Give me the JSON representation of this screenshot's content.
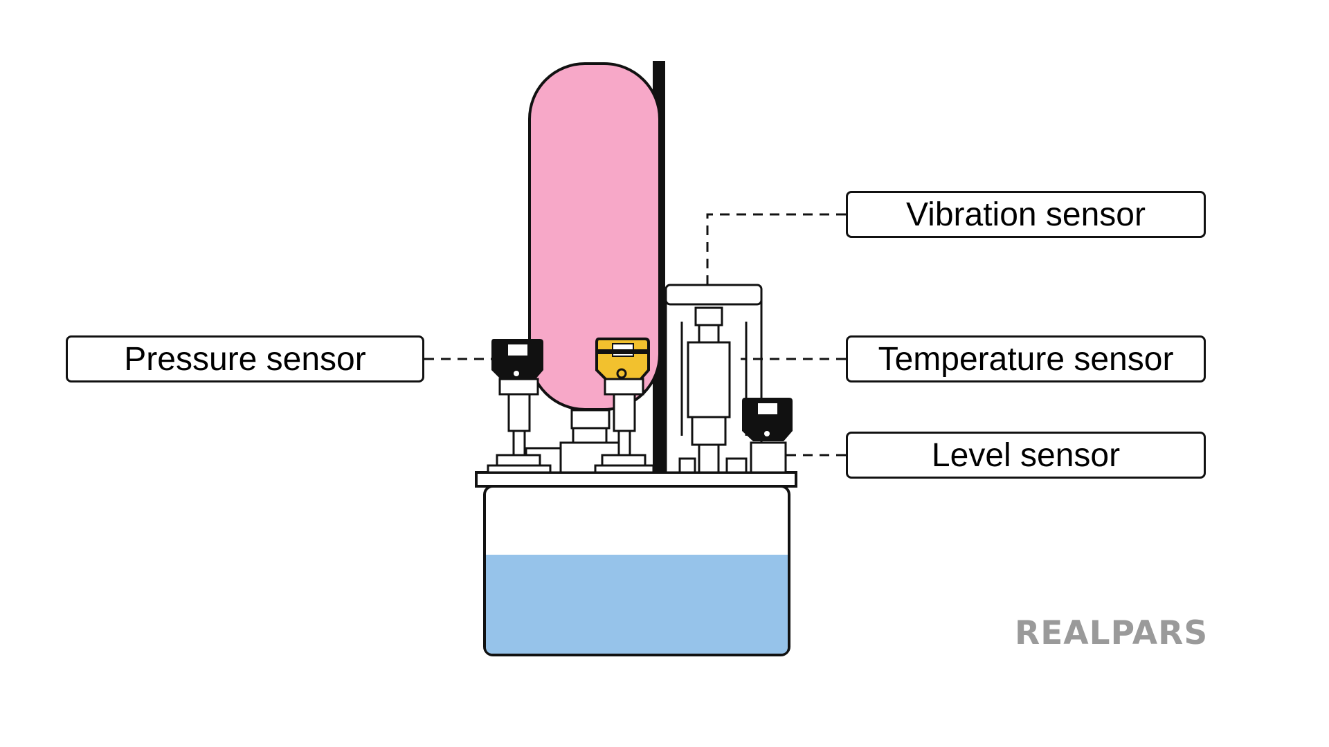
{
  "labels": {
    "pressure": "Pressure sensor",
    "vibration": "Vibration sensor",
    "temperature": "Temperature sensor",
    "level": "Level sensor"
  },
  "logo": "REALPARS",
  "icons": {
    "accumulator": "accumulator-icon",
    "tank": "reservoir-tank-icon",
    "motor": "pump-motor-icon"
  },
  "colors": {
    "accumulator_fill": "#F7A8C8",
    "fluid_fill": "#96C3EA",
    "highlight_sensor": "#F2C12E",
    "sensor_body": "#111111",
    "logo": "#9A9A9A"
  }
}
